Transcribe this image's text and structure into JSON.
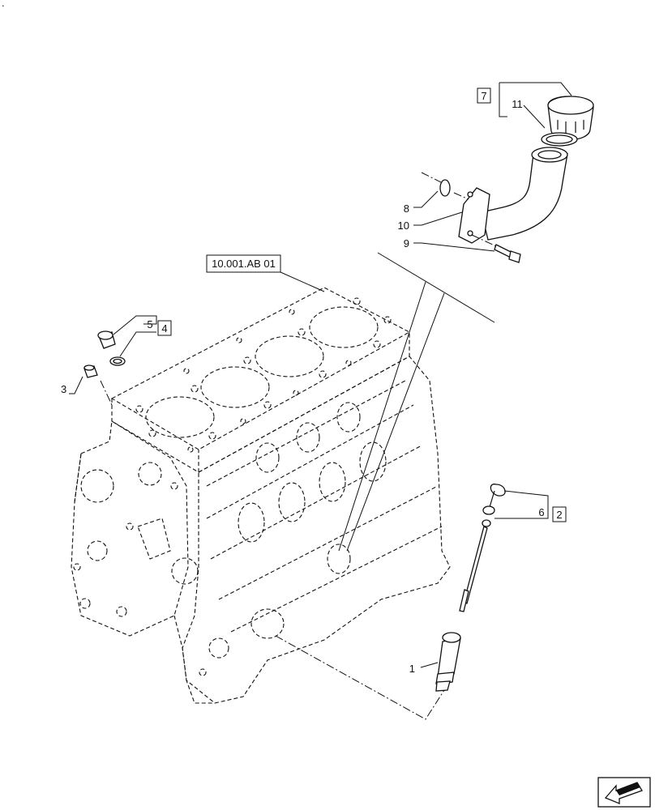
{
  "diagram": {
    "reference_label": "10.001.AB 01",
    "callouts": {
      "c1": "1",
      "c2": "2",
      "c3": "3",
      "c4": "4",
      "c5": "5",
      "c6": "6",
      "c7": "7",
      "c8": "8",
      "c9": "9",
      "c10": "10",
      "c11": "11"
    },
    "corner_mark": "."
  },
  "nav": {
    "icon": "arrow-back-icon"
  }
}
